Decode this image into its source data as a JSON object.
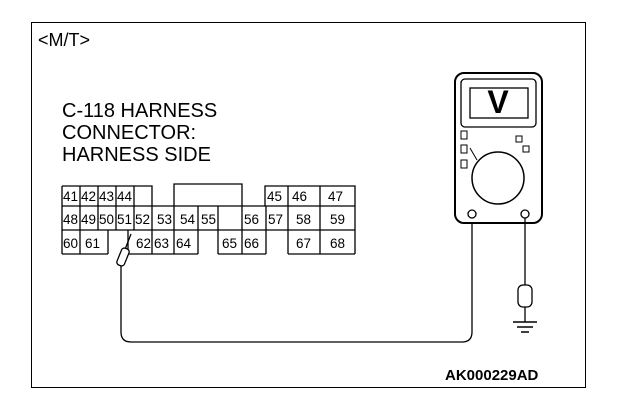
{
  "mt_label": "<M/T>",
  "connector_title": [
    "C-118 HARNESS",
    "CONNECTOR:",
    "HARNESS SIDE"
  ],
  "figure_code": "AK000229AD",
  "pins": {
    "row1": [
      "41",
      "42",
      "43",
      "44",
      "45",
      "46",
      "47"
    ],
    "row2": [
      "48",
      "49",
      "50",
      "51",
      "52",
      "53",
      "54",
      "55",
      "56",
      "57",
      "58",
      "59"
    ],
    "row3": [
      "60",
      "61",
      "62",
      "63",
      "64",
      "65",
      "66",
      "67",
      "68"
    ]
  },
  "meter": {
    "display_symbol": "V",
    "icon": "voltmeter-icon"
  },
  "probe_pin": "62",
  "ground": {
    "icon": "ground-icon"
  }
}
